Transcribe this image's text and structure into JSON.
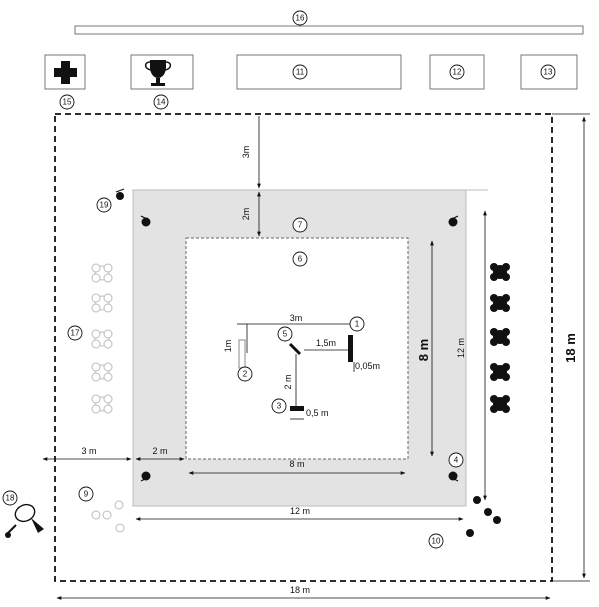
{
  "markers": {
    "m1": "1",
    "m2": "2",
    "m3": "3",
    "m4": "4",
    "m5": "5",
    "m6": "6",
    "m7": "7",
    "m9": "9",
    "m10": "10",
    "m11": "11",
    "m12": "12",
    "m13": "13",
    "m14": "14",
    "m15": "15",
    "m16": "16",
    "m17": "17",
    "m18": "18",
    "m19": "19"
  },
  "dimensions": {
    "outer_width": "18 m",
    "outer_height": "18 m",
    "gray_width": "12 m",
    "gray_height": "12 m",
    "inner_width": "8 m",
    "inner_height": "8 m",
    "left_margin": "3 m",
    "gray_band": "2 m",
    "top_margin": "3m",
    "top_band": "2m",
    "target_spacing": "3m",
    "target_offset": "1,5m",
    "target_thickness": "0,05m",
    "line_length": "1m",
    "vertical_gap": "2 m",
    "base_length": "0,5 m"
  },
  "icons": {
    "first_aid": "cross-icon",
    "trophy": "trophy-icon",
    "judge": "judge-icon",
    "spectator": "spectator-icon",
    "camera": "camera-icon"
  },
  "colors": {
    "gray_zone": "#e3e3e3",
    "stroke": "#111111"
  }
}
